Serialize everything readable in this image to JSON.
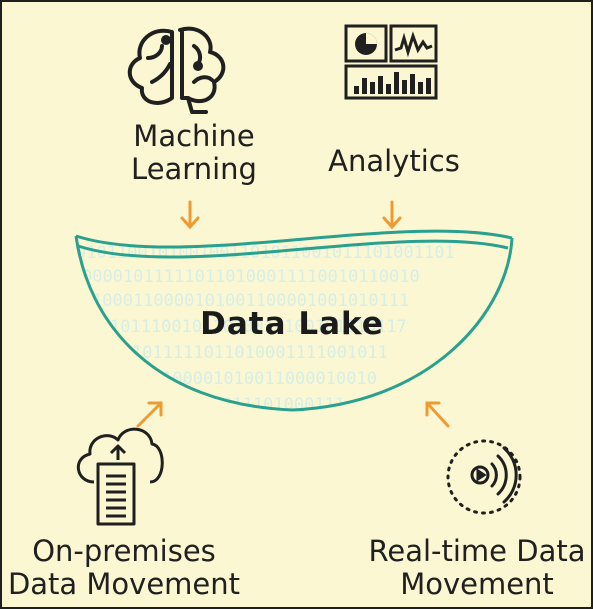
{
  "title": "Data Lake",
  "sources": {
    "machine_learning": {
      "label": "Machine\nLearning",
      "icon": "brain-icon"
    },
    "analytics": {
      "label": "Analytics",
      "icon": "dashboard-icon"
    },
    "on_premises": {
      "label": "On-premises\nData Movement",
      "icon": "cloud-server-icon"
    },
    "real_time": {
      "label": "Real-time Data\nMovement",
      "icon": "stream-signal-icon"
    }
  },
  "binary_rows": [
    "0101100101001001101011001011101001101",
    "000010111110110100011110010110010",
    "1000110000101001100001001010111",
    "10111001011010011100101010117",
    "1011111011010001111001011",
    "100001010011000010010",
    "0011101000111"
  ],
  "colors": {
    "background": "#fbf7d2",
    "lake_outline": "#2aa08f",
    "binary_text": "#d6eee6",
    "arrow": "#f09a32",
    "text": "#202020"
  }
}
